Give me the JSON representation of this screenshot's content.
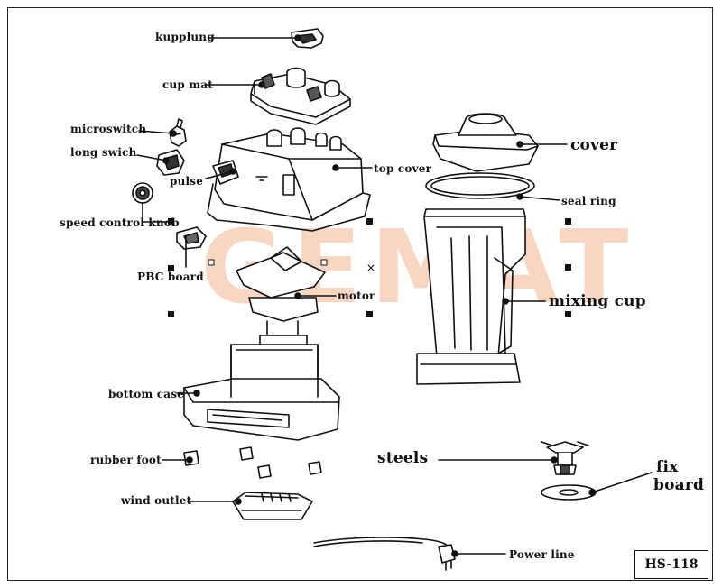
{
  "labels": {
    "kupplung": "kupplung",
    "cup_mat": "cup mat",
    "microswitch": "microswitch",
    "long_switch": "long swich",
    "pulse": "pulse",
    "speed_control_knob": "speed control knob",
    "pcb_board": "PBC board",
    "motor": "motor",
    "bottom_case": "bottom case",
    "rubber_foot": "rubber foot",
    "wind_outlet": "wind outlet",
    "cover": "cover",
    "seal_ring": "seal ring",
    "top_cover": "top cover",
    "mixing_cup": "mixing cup",
    "steels": "steels",
    "fix_board_line1": "fix",
    "fix_board_line2": "board",
    "power_line": "Power line"
  },
  "watermark": "GEMAT",
  "model": "HS-118",
  "colors": {
    "line": "#111111",
    "watermark": "#f0a070"
  }
}
